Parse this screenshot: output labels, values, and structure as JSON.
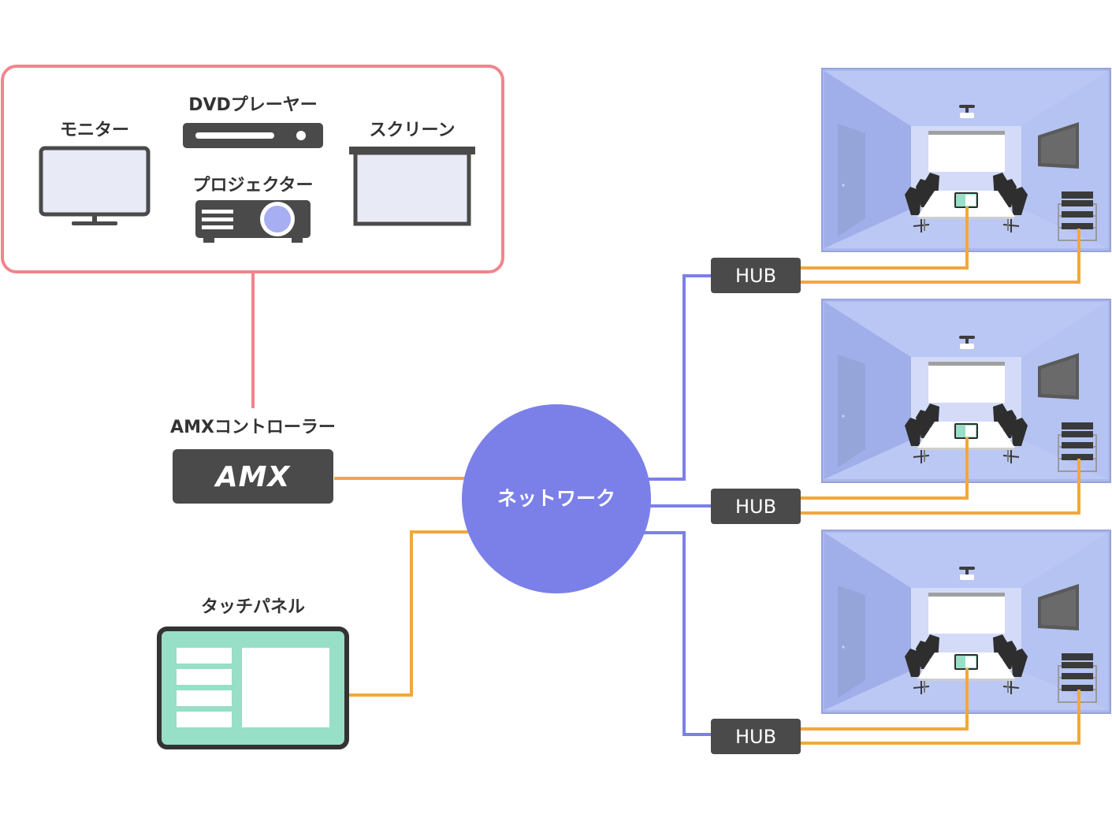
{
  "colors": {
    "device_box_border": "#f2848c",
    "amx_link": "#f2848c",
    "orange_cable": "#f0a83c",
    "network": "#7b80e8",
    "blue_cable": "#7b80e8",
    "device_dark": "#4a4a4a",
    "hub_fill": "#4a4a4a",
    "room_wall": "#aab8ee",
    "touch_panel": "#97dfc6"
  },
  "devices": {
    "monitor": {
      "label": "モニター",
      "icon": "monitor-icon"
    },
    "dvd": {
      "label": "DVDプレーヤー",
      "icon": "dvd-player-icon"
    },
    "projector": {
      "label": "プロジェクター",
      "icon": "projector-icon"
    },
    "screen": {
      "label": "スクリーン",
      "icon": "screen-icon"
    }
  },
  "controller": {
    "label": "AMXコントローラー",
    "logo_text": "AMX"
  },
  "touch_panel": {
    "label": "タッチパネル",
    "icon": "touch-panel-icon"
  },
  "network": {
    "label": "ネットワーク"
  },
  "hubs": [
    {
      "label": "HUB"
    },
    {
      "label": "HUB"
    },
    {
      "label": "HUB"
    }
  ],
  "rooms": [
    {
      "icon": "meeting-room-icon"
    },
    {
      "icon": "meeting-room-icon"
    },
    {
      "icon": "meeting-room-icon"
    }
  ]
}
